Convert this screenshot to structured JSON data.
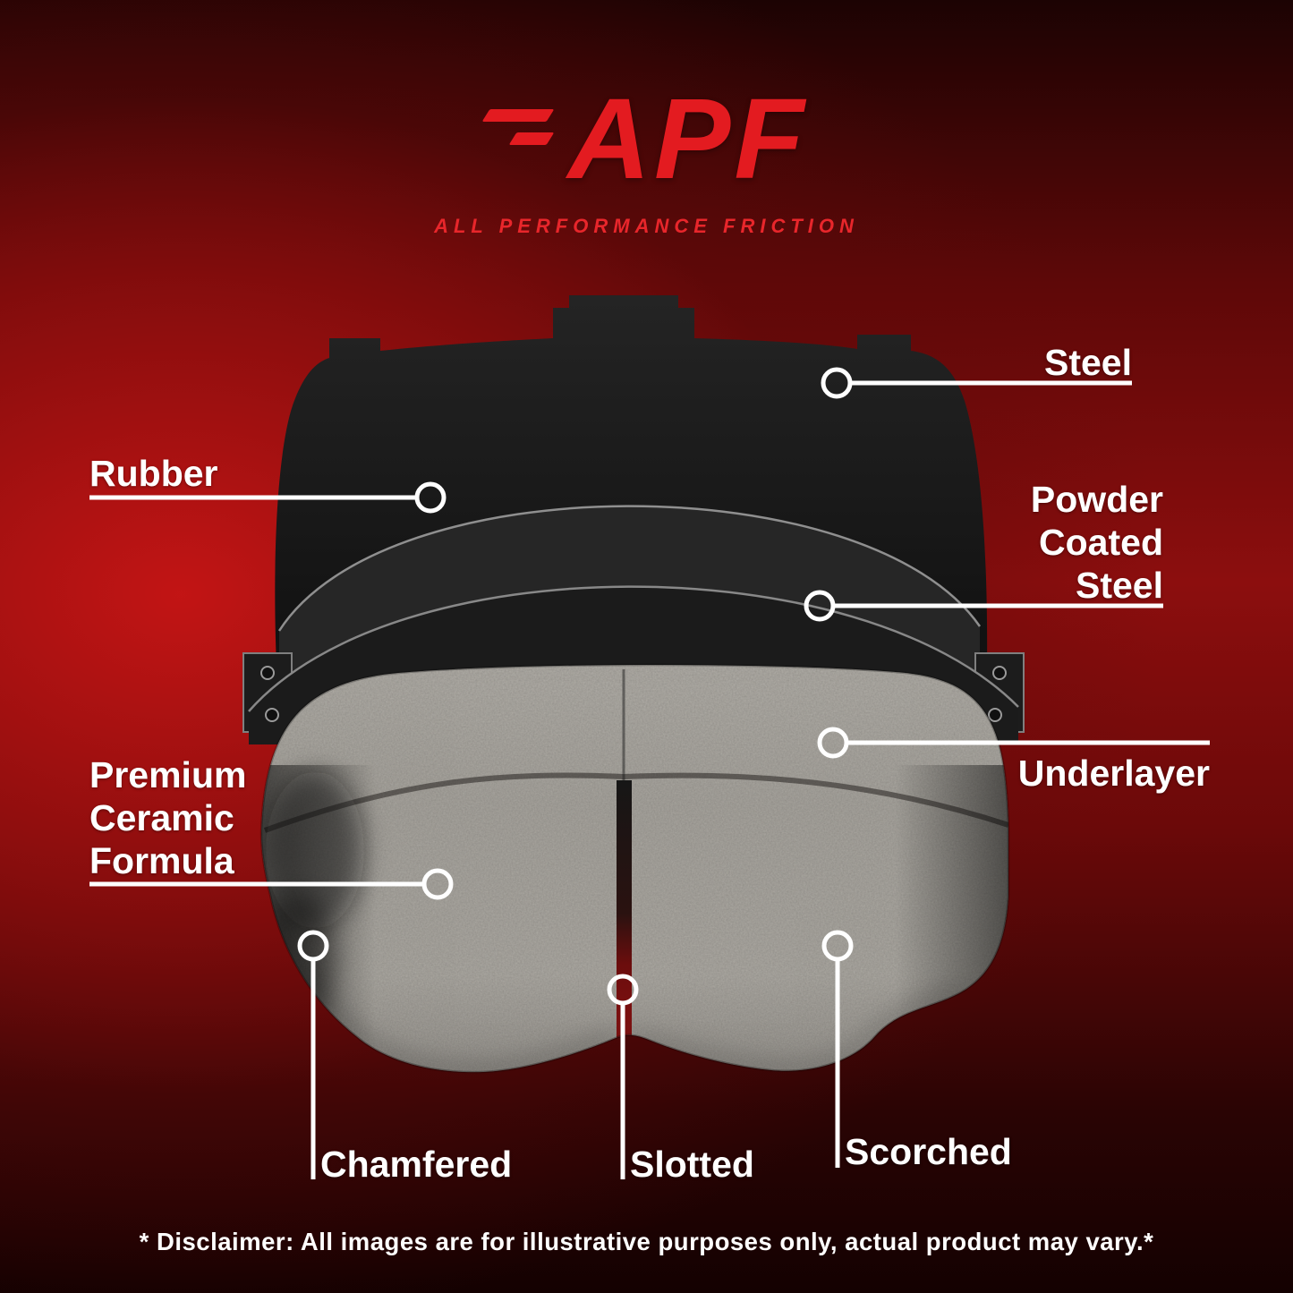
{
  "brand": {
    "logo_text": "APF",
    "tagline": "ALL PERFORMANCE FRICTION"
  },
  "callouts": {
    "steel": {
      "label": "Steel"
    },
    "rubber": {
      "label": "Rubber"
    },
    "powder_coated_steel": {
      "line1": "Powder",
      "line2": "Coated",
      "line3": "Steel"
    },
    "underlayer": {
      "label": "Underlayer"
    },
    "premium_ceramic": {
      "line1": "Premium",
      "line2": "Ceramic",
      "line3": "Formula"
    },
    "chamfered": {
      "label": "Chamfered"
    },
    "slotted": {
      "label": "Slotted"
    },
    "scorched": {
      "label": "Scorched"
    }
  },
  "disclaimer": "* Disclaimer: All images are for illustrative purposes only, actual product may vary.*",
  "colors": {
    "accent_red": "#e31b20",
    "label_white": "#ffffff",
    "background_red": "#8c0e0e",
    "background_dark": "#1c0303",
    "pad_gray": "#9f9c96",
    "plate_black": "#161616"
  }
}
